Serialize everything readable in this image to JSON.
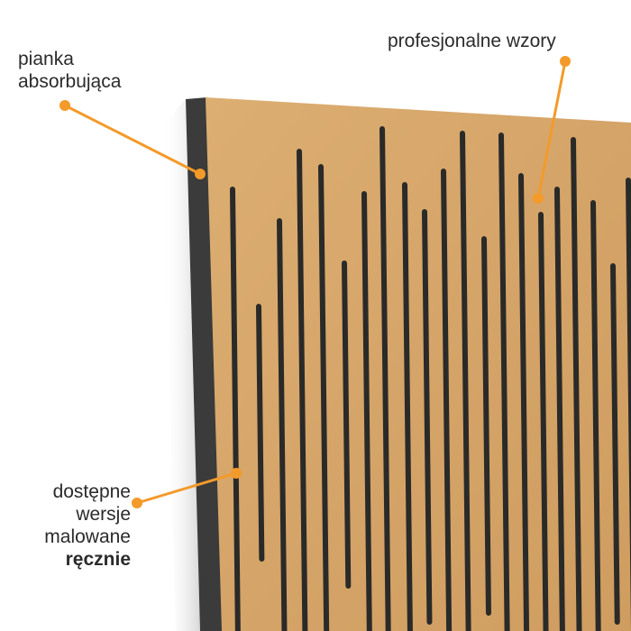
{
  "colors": {
    "accent": "#f39a2a",
    "wood": "#d8aa6e",
    "foam_edge": "#3a3b3a",
    "slot": "#2a2a28"
  },
  "annotations": {
    "foam": {
      "lines": [
        "pianka",
        "absorbująca"
      ]
    },
    "pattern": {
      "lines": [
        "profesjonalne wzory"
      ]
    },
    "hand_painted": {
      "lines": [
        "dostępne",
        "wersje",
        "malowane"
      ],
      "bold": "ręcznie"
    }
  }
}
